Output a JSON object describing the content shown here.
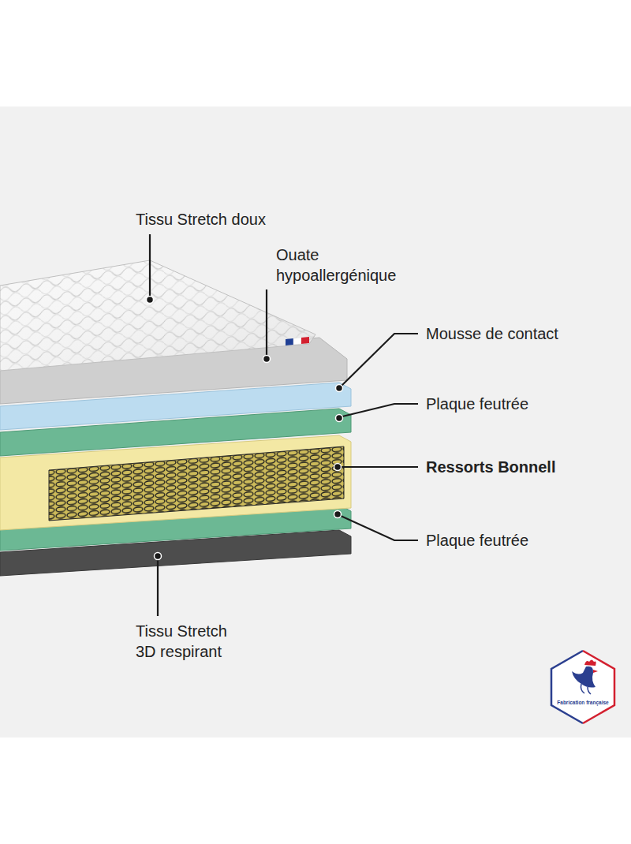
{
  "diagram": {
    "nodes": [
      {
        "text": [
          "Fabrication française"
        ]
      }
    ],
    "labels": [
      "Tissu Stretch doux",
      "Ouate hypoallergénique",
      "Mousse de contact",
      "Plaque feutrée",
      "Ressorts Bonnell",
      "Plaque feutrée",
      "Tissu Stretch 3D respirant"
    ]
  }
}
